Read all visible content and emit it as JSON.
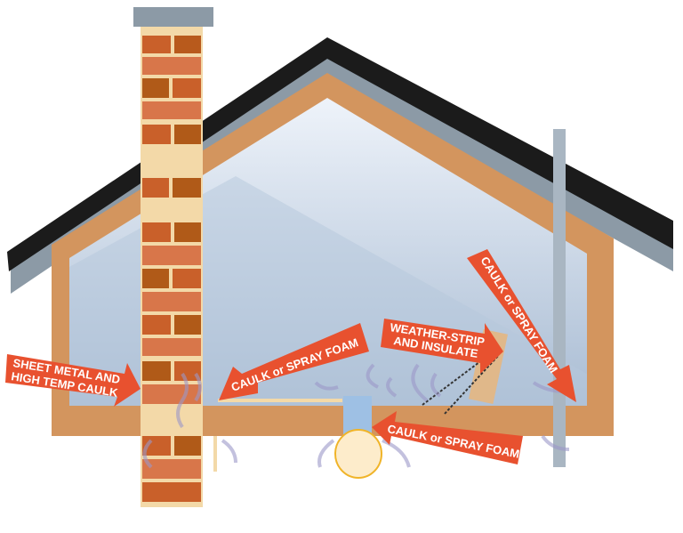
{
  "labels": {
    "sheet_metal_line1": "SHEET METAL AND",
    "sheet_metal_line2": "HIGH TEMP CAULK",
    "caulk_left": "CAULK or SPRAY FOAM",
    "weather_line1": "WEATHER-STRIP",
    "weather_line2": "AND INSULATE",
    "caulk_right": "CAULK or SPRAY FOAM",
    "caulk_bottom": "CAULK or SPRAY FOAM"
  },
  "colors": {
    "arrow": "#e8512f",
    "frame": "#d3955e",
    "roof": "#1b1b1b",
    "interior": "#c9d8ea",
    "brick": "#c9602a"
  }
}
